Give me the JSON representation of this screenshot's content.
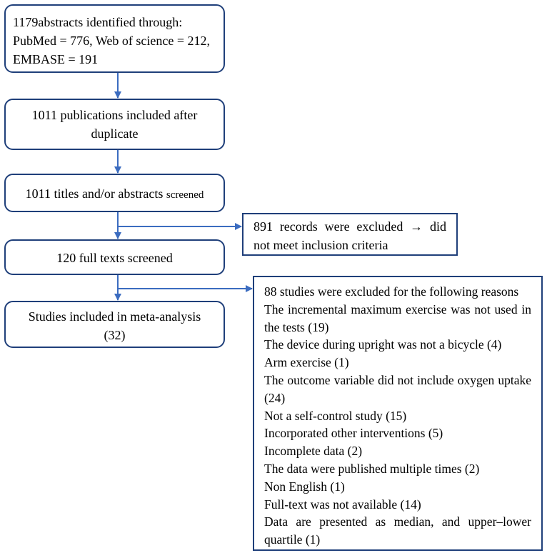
{
  "boxes": {
    "identified": {
      "lines": [
        "1179abstracts identified through:",
        "PubMed = 776, Web of science = 212,",
        "EMBASE = 191"
      ]
    },
    "after_duplicate": {
      "lines": [
        "1011 publications included after",
        "duplicate"
      ]
    },
    "screened": {
      "main": "1011 titles and/or abstracts",
      "small": "screened"
    },
    "full_text": {
      "text": "120 full texts screened"
    },
    "included": {
      "lines": [
        "Studies included in meta-analysis",
        "(32)"
      ]
    },
    "excluded_records": {
      "lines": [
        "891 records were excluded → did",
        "not meet inclusion criteria"
      ]
    },
    "excluded_studies": {
      "lines": [
        "88 studies were excluded for the following reasons",
        "The incremental maximum exercise was not used in",
        "the tests (19)",
        "The device during upright was not a bicycle (4)",
        "Arm exercise (1)",
        "The outcome variable did not include oxygen uptake",
        "(24)",
        "Not a self-control study (15)",
        "Incorporated other interventions (5)",
        "Incomplete data (2)",
        "The data were published multiple times (2)",
        "Non English (1)",
        "Full-text was not available (14)",
        "Data are presented as median, and upper–lower",
        "quartile (1)"
      ]
    }
  },
  "colors": {
    "border": "#1f3f7a",
    "arrow": "#3b6cc0"
  }
}
